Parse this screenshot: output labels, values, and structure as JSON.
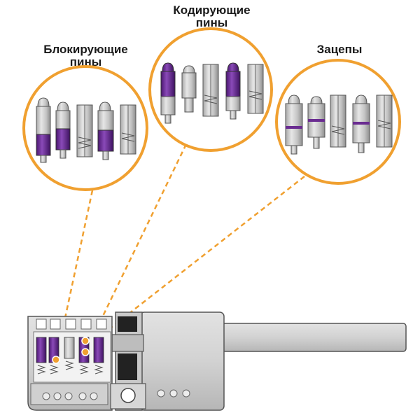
{
  "labels": {
    "blocking_line1": "Блокирующие",
    "blocking_line2": "пины",
    "coding_line1": "Кодирующие",
    "coding_line2": "пины",
    "hooks": "Зацепы"
  },
  "colors": {
    "accent_orange": "#F0A030",
    "pin_purple": "#6A2C91",
    "metal_light": "#D8D8D8",
    "metal_mid": "#B8B8B8",
    "outline": "#555555"
  }
}
